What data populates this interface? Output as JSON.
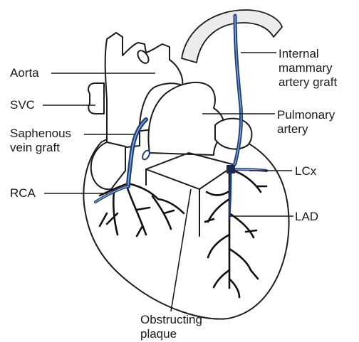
{
  "labels": {
    "aorta": "Aorta",
    "svc": "SVC",
    "saphenous_line1": "Saphenous",
    "saphenous_line2": "vein graft",
    "rca": "RCA",
    "ima_line1": "Internal",
    "ima_line2": "mammary",
    "ima_line3": "artery graft",
    "pulmonary_line1": "Pulmonary",
    "pulmonary_line2": "artery",
    "lcx": "LCx",
    "lad": "LAD",
    "plaque_line1": "Obstructing",
    "plaque_line2": "plaque"
  },
  "colors": {
    "graft_blue": "#1f3f7a",
    "graft_highlight": "#8fb0dc",
    "outline": "#1c1c1c",
    "ima_tube_fill": "#ececec"
  }
}
